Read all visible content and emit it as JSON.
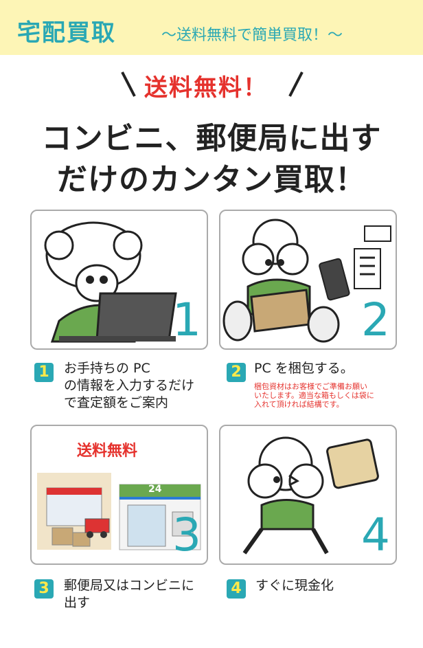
{
  "header": {
    "title": "宅配買取",
    "subtitle": "～送料無料で簡単買取！～"
  },
  "banner": {
    "free_label": "送料無料！"
  },
  "headline": {
    "line1": "コンビニ、郵便局に出す",
    "line2": "だけのカンタン買取！"
  },
  "steps": [
    {
      "num": "1",
      "panel_num": "1",
      "text": "お手持ちの PC\nの情報を入力するだけ\nで査定額をご案内"
    },
    {
      "num": "2",
      "panel_num": "2",
      "text": "PC を梱包する。",
      "note": "梱包資材はお客様でご準備お願い\nいたします。適当な箱もしくは袋に\n入れて頂ければ結構です。"
    },
    {
      "num": "3",
      "panel_num": "3",
      "text": "郵便局又はコンビニに\n出す",
      "panel_label": "送料無料",
      "store_sign": "24"
    },
    {
      "num": "4",
      "panel_num": "4",
      "text": "すぐに現金化"
    }
  ],
  "colors": {
    "accent": "#2aa8b4",
    "header_bg": "#fdf5b6",
    "highlight_red": "#e5322d",
    "badge_text": "#ffe94a"
  }
}
